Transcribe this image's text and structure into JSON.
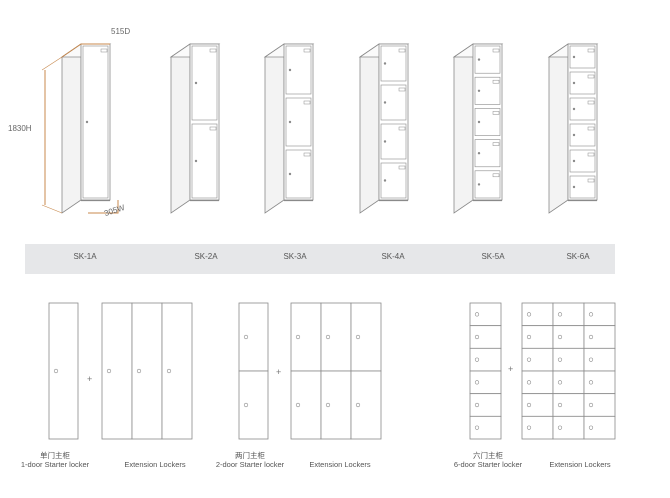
{
  "dimensions": {
    "depth": "515D",
    "height": "1830H",
    "width": "305W"
  },
  "models": [
    "SK-1A",
    "SK-2A",
    "SK-3A",
    "SK-4A",
    "SK-5A",
    "SK-6A"
  ],
  "groups": [
    {
      "starter_cn": "单门主柜",
      "starter_en": "1-door Starter locker",
      "extension": "Extension Lockers"
    },
    {
      "starter_cn": "两门主柜",
      "starter_en": "2-door Starter locker",
      "extension": "Extension Lockers"
    },
    {
      "starter_cn": "六门主柜",
      "starter_en": "6-door Starter locker",
      "extension": "Extension Lockers"
    }
  ],
  "colors": {
    "accent": "#c8894e",
    "line": "#8a8a8a",
    "band": "#e6e7e9"
  }
}
